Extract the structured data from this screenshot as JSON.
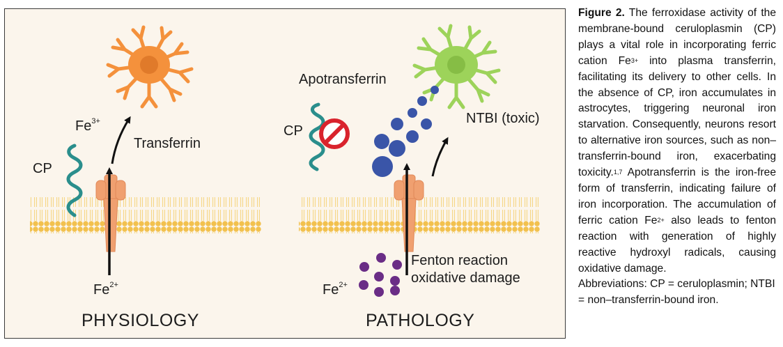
{
  "figure": {
    "left": {
      "title": "PHYSIOLOGY",
      "cp": "CP",
      "fe3_base": "Fe",
      "fe3_charge": "3+",
      "transferrin": "Transferrin",
      "fe2_base": "Fe",
      "fe2_charge": "2+"
    },
    "right": {
      "title": "PATHOLOGY",
      "apotransferrin": "Apotransferrin",
      "cp": "CP",
      "ntbi": "NTBI (toxic)",
      "fenton_line1": "Fenton reaction",
      "fenton_line2": "oxidative damage",
      "fe2_base": "Fe",
      "fe2_charge": "2+"
    },
    "colors": {
      "neuron_orange": "#f4913c",
      "neuron_green": "#9dd35a",
      "membrane": "#f2c14e",
      "receptor": "#f0a070",
      "cp_teal": "#2a8e8c",
      "ntbi_blue": "#3a55a8",
      "fe2_purple": "#6a2d86",
      "prohibited_red": "#d9232d"
    }
  },
  "caption": {
    "label": "Figure 2.",
    "seg1": " The ferroxidase activity of the membrane-bound ceruloplasmin (CP) plays a vital role in incorporating ferric cation Fe",
    "sup1": "3+",
    "seg2": " into plasma transferrin, facilitating its delivery to other cells. In the absence of CP, iron accumulates in astrocytes, triggering neuronal iron starvation. Consequently, neurons resort to alternative iron sources, such as non–transferrin-bound iron, exacerbating toxicity.",
    "sup2": "1,7",
    "seg3": " Apotransferrin is the iron-free form of transferrin, indicating failure of iron incorporation. The accumulation of ferric cation Fe",
    "sup3": "2+",
    "seg4": " also leads to fenton reaction with generation of highly reactive hydroxyl radicals, causing oxidative damage.",
    "abbreviations": "Abbreviations: CP = ceruloplasmin; NTBI = non–transferrin-bound iron."
  }
}
